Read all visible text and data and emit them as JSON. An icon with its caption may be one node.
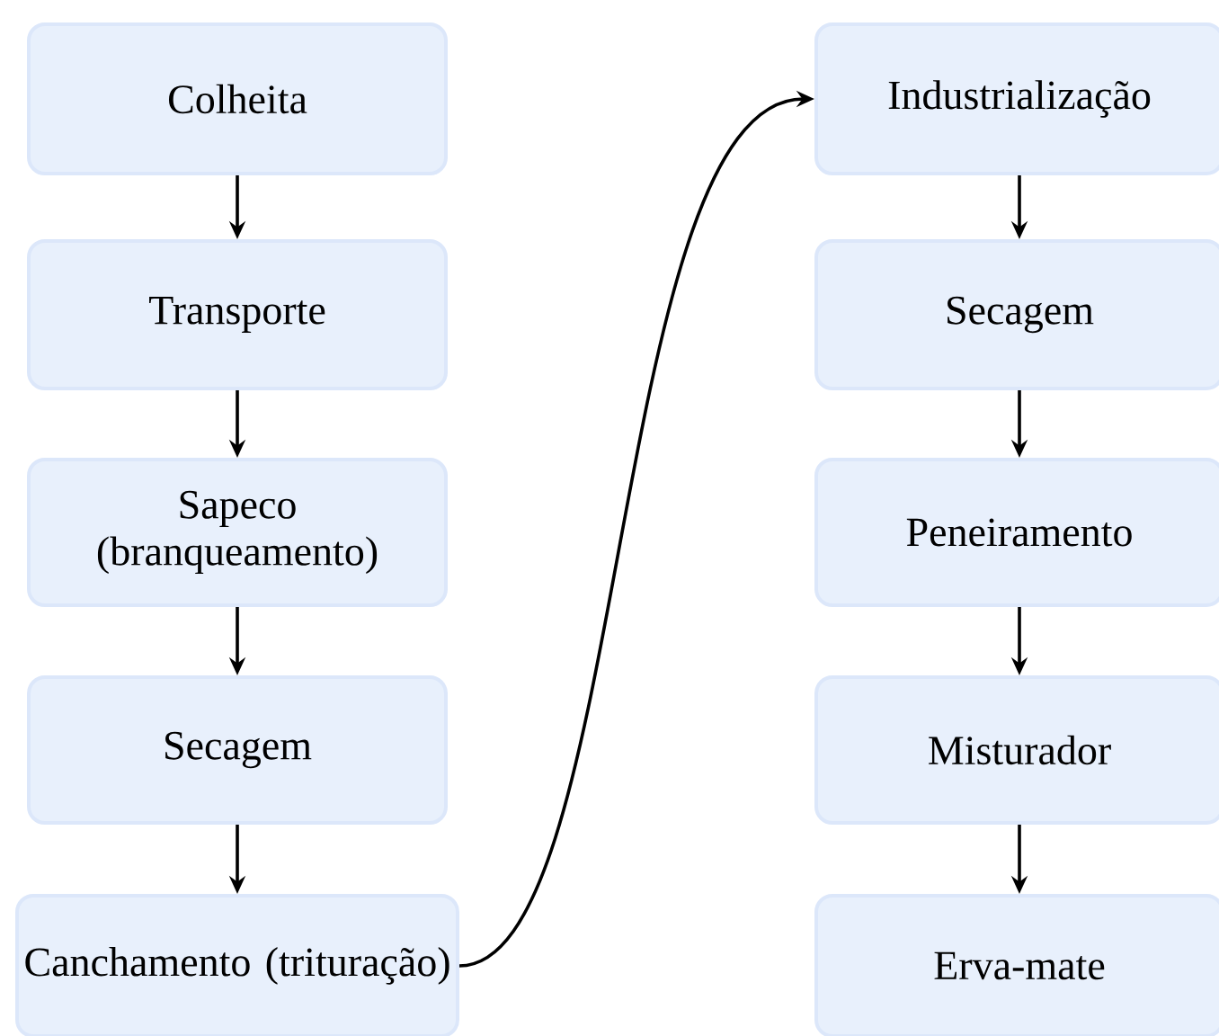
{
  "diagram": {
    "nodes": [
      {
        "text": [
          "Colheita"
        ]
      },
      {
        "text": [
          "Transporte"
        ]
      },
      {
        "text": [
          "Sapeco (branqueamento)"
        ]
      },
      {
        "text": [
          "Secagem"
        ]
      },
      {
        "text": [
          "Canchamento (trituração)"
        ]
      },
      {
        "text": [
          "Industrialização"
        ]
      },
      {
        "text": [
          "Secagem"
        ]
      },
      {
        "text": [
          "Peneiramento"
        ]
      },
      {
        "text": [
          "Misturador"
        ]
      },
      {
        "text": [
          "Erva-mate"
        ]
      }
    ],
    "edges": [
      {
        "from": 0,
        "to": 1,
        "arrow": "to"
      },
      {
        "from": 1,
        "to": 2,
        "arrow": "to"
      },
      {
        "from": 2,
        "to": 3,
        "arrow": "to"
      },
      {
        "from": 3,
        "to": 4,
        "arrow": "to"
      },
      {
        "from": 4,
        "to": 5,
        "arrow": "to"
      },
      {
        "from": 5,
        "to": 6,
        "arrow": "to"
      },
      {
        "from": 6,
        "to": 7,
        "arrow": "to"
      },
      {
        "from": 7,
        "to": 8,
        "arrow": "to"
      },
      {
        "from": 8,
        "to": 9,
        "arrow": "to"
      }
    ]
  }
}
